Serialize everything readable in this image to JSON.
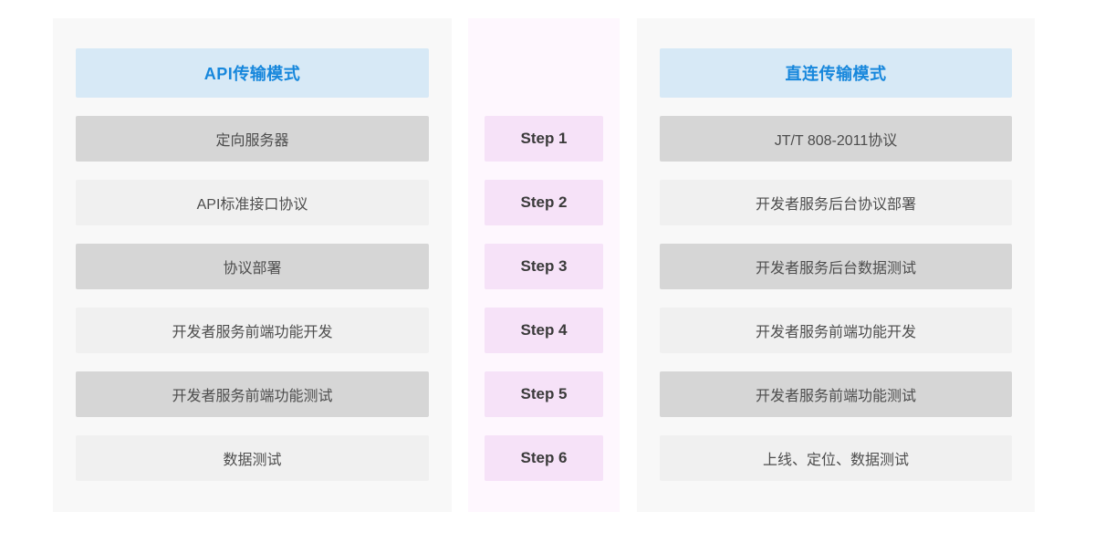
{
  "left_panel": {
    "title": "API传输模式",
    "rows": [
      "定向服务器",
      "API标准接口协议",
      "协议部署",
      "开发者服务前端功能开发",
      "开发者服务前端功能测试",
      "数据测试"
    ]
  },
  "steps": [
    "Step 1",
    "Step 2",
    "Step 3",
    "Step 4",
    "Step 5",
    "Step 6"
  ],
  "right_panel": {
    "title": "直连传输模式",
    "rows": [
      "JT/T 808-2011协议",
      "开发者服务后台协议部署",
      "开发者服务后台数据测试",
      "开发者服务前端功能开发",
      "开发者服务前端功能测试",
      "上线、定位、数据测试"
    ]
  },
  "colors": {
    "accent_blue": "#1787dc",
    "header_bg": "#d7e9f6",
    "row_dark": "#d6d6d6",
    "row_light": "#f0f0f0",
    "step_box_bg": "#f6e2f8",
    "step_panel_bg": "#fef7fe",
    "panel_bg": "#f8f8f8",
    "row_text": "#4d4d4d",
    "step_text": "#3a3a3a"
  }
}
